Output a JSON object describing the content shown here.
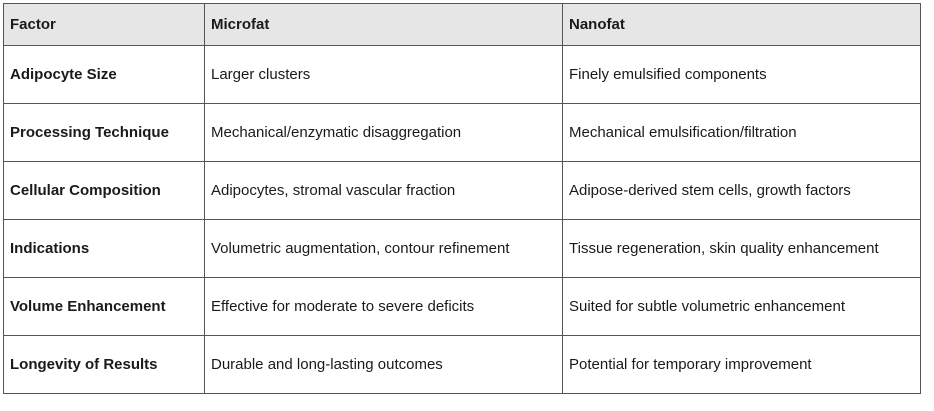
{
  "table": {
    "headers": [
      "Factor",
      "Microfat",
      "Nanofat"
    ],
    "rows": [
      [
        "Adipocyte Size",
        "Larger clusters",
        "Finely emulsified components"
      ],
      [
        "Processing Technique",
        "Mechanical/enzymatic disaggregation",
        "Mechanical emulsification/filtration"
      ],
      [
        "Cellular Composition",
        "Adipocytes, stromal vascular fraction",
        "Adipose-derived stem cells, growth factors"
      ],
      [
        "Indications",
        "Volumetric augmentation, contour refinement",
        "Tissue regeneration, skin quality enhancement"
      ],
      [
        "Volume Enhancement",
        "Effective for moderate to severe deficits",
        "Suited for subtle volumetric enhancement"
      ],
      [
        "Longevity of Results",
        "Durable and long-lasting outcomes",
        "Potential for temporary improvement"
      ]
    ]
  },
  "colors": {
    "header_background": "#e6e6e6",
    "border": "#555555",
    "text": "#1a1a1a"
  }
}
